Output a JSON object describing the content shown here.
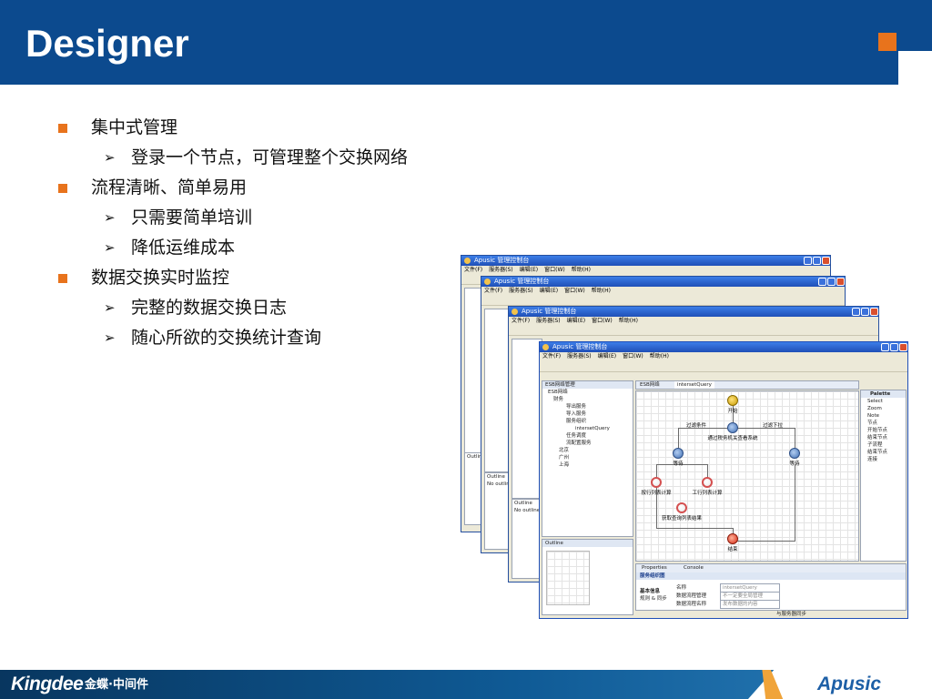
{
  "slide": {
    "title": "Designer",
    "bullets": [
      {
        "text": "集中式管理",
        "sub": [
          "登录一个节点，可管理整个交换网络"
        ]
      },
      {
        "text": "流程清晰、简单易用",
        "sub": [
          "只需要简单培训",
          "降低运维成本"
        ]
      },
      {
        "text": "数据交换实时监控",
        "sub": [
          "完整的数据交换日志",
          "随心所欲的交换统计查询"
        ]
      }
    ],
    "sub_marker": "➢"
  },
  "footer": {
    "brand": "Kingdee",
    "brand_cn": "金蝶·中间件",
    "product_logo": "Apusic"
  },
  "screenshot": {
    "window_title": "Apusic 管理控制台",
    "menu": [
      "文件(F)",
      "服务器(S)",
      "编辑(E)",
      "窗口(W)",
      "帮助(H)"
    ],
    "tree_tab": "ESB网络管理",
    "editor_tab_a": "ESB网络",
    "editor_tab_b": "intersetQuery",
    "tree": [
      "ESB网络",
      "财务",
      "导出服务",
      "导入服务",
      "服务组织",
      "intersetQuery",
      "任务调度",
      "流配置服务",
      "北京",
      "广州",
      "上海"
    ],
    "palette_title": "Palette",
    "palette_items": [
      "Select",
      "Zoom",
      "Note",
      "节点",
      "开始节点",
      "结束节点",
      "子流程",
      "结束节点",
      "连接"
    ],
    "outline_tab": "Outline",
    "no_outline": "No outline",
    "properties_tab": "Properties",
    "console_tab": "Console",
    "props_heading": "服务组织图",
    "props_sidebar": [
      "基本信息",
      "规则 & 同步"
    ],
    "props_fields": [
      {
        "label": "名称",
        "value": "intersetQuery"
      },
      {
        "label": "数据流程管理",
        "value": "不一定要全局管理"
      },
      {
        "label": "数据流程名称",
        "value": "发布数据的内容"
      }
    ],
    "status_text": "与服务器同步",
    "flow_nodes": {
      "start": "开始",
      "query": "通过税务机关查看系统",
      "left": "等待",
      "right": "等待",
      "calc_a": "按行列表计算",
      "calc_b": "工行列表计算",
      "result": "获取查询列表结果",
      "end": "结束"
    },
    "flow_edges": [
      "过滤条件",
      "过滤下拉"
    ]
  }
}
